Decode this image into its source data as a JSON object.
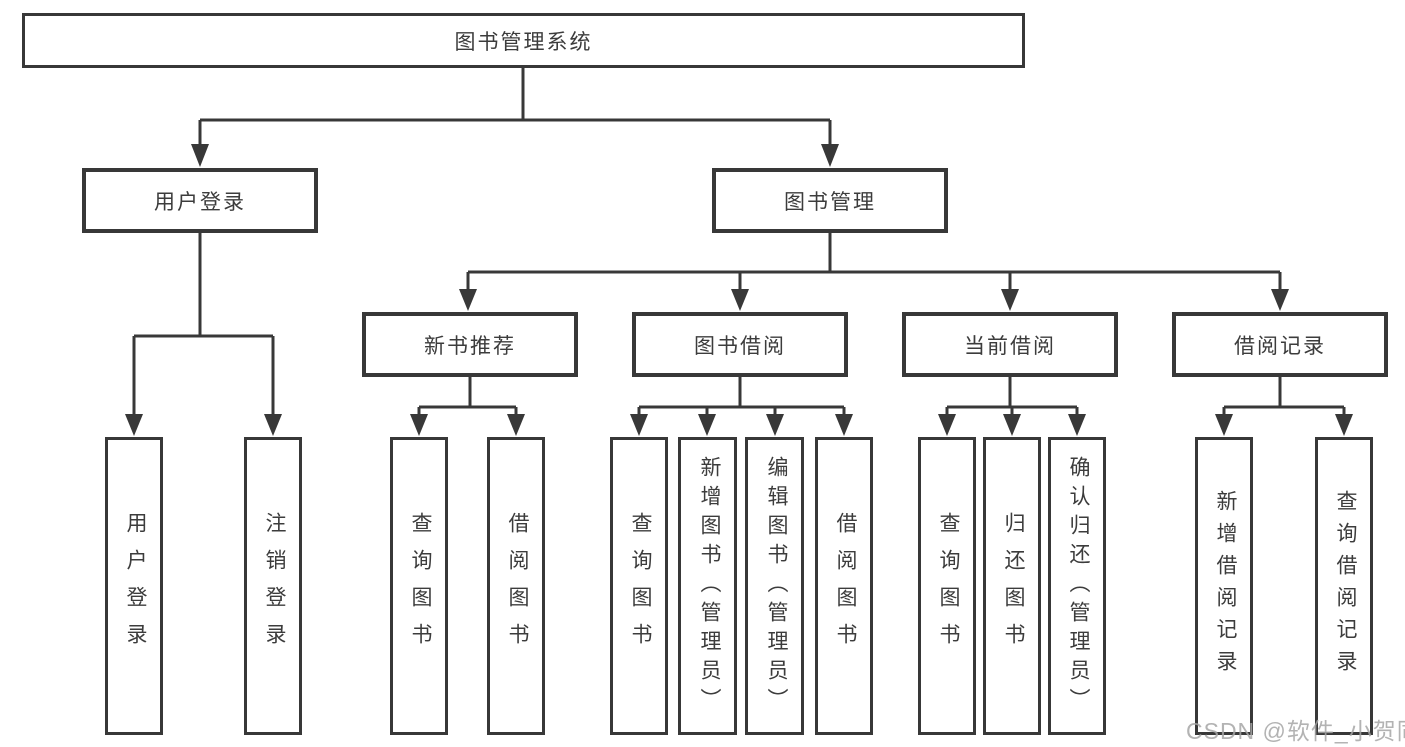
{
  "diagram_title": "图书管理系统",
  "colors": {
    "line": "#383838",
    "text": "#3c3c3c",
    "watermark_gray": "#a6a6a6",
    "background": "#ffffff"
  },
  "tree": {
    "root": {
      "label": "图书管理系统",
      "children": [
        {
          "label": "用户登录",
          "children": [
            {
              "label": "用户登录"
            },
            {
              "label": "注销登录"
            }
          ]
        },
        {
          "label": "图书管理",
          "children": [
            {
              "label": "新书推荐",
              "children": [
                {
                  "label": "查询图书"
                },
                {
                  "label": "借阅图书"
                }
              ]
            },
            {
              "label": "图书借阅",
              "children": [
                {
                  "label": "查询图书"
                },
                {
                  "label": "新增图书（管理员）"
                },
                {
                  "label": "编辑图书（管理员）"
                },
                {
                  "label": "借阅图书"
                }
              ]
            },
            {
              "label": "当前借阅",
              "children": [
                {
                  "label": "查询图书"
                },
                {
                  "label": "归还图书"
                },
                {
                  "label": "确认归还（管理员）"
                }
              ]
            },
            {
              "label": "借阅记录",
              "children": [
                {
                  "label": "新增借阅记录"
                },
                {
                  "label": "查询借阅记录"
                }
              ]
            }
          ]
        }
      ]
    }
  },
  "watermark": {
    "text": "CSDN @软件_小贺同学"
  }
}
